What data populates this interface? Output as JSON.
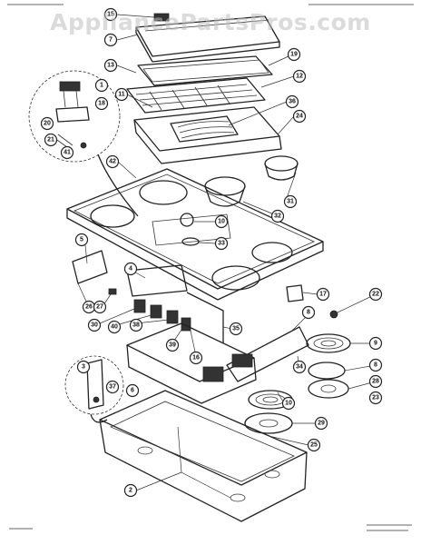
{
  "watermark": "AppliancePartsPros.com",
  "callouts": [
    {
      "id": "c15",
      "label": "15"
    },
    {
      "id": "c7",
      "label": "7"
    },
    {
      "id": "c19",
      "label": "19"
    },
    {
      "id": "c13",
      "label": "13"
    },
    {
      "id": "c12",
      "label": "12"
    },
    {
      "id": "c1",
      "label": "1"
    },
    {
      "id": "c18",
      "label": "18"
    },
    {
      "id": "c11",
      "label": "11"
    },
    {
      "id": "c36",
      "label": "36"
    },
    {
      "id": "c24",
      "label": "24"
    },
    {
      "id": "c20",
      "label": "20"
    },
    {
      "id": "c21",
      "label": "21"
    },
    {
      "id": "c41",
      "label": "41"
    },
    {
      "id": "c42",
      "label": "42"
    },
    {
      "id": "c31",
      "label": "31"
    },
    {
      "id": "c32",
      "label": "32"
    },
    {
      "id": "c10a",
      "label": "10"
    },
    {
      "id": "c33",
      "label": "33"
    },
    {
      "id": "c5",
      "label": "5"
    },
    {
      "id": "c4",
      "label": "4"
    },
    {
      "id": "c26",
      "label": "26"
    },
    {
      "id": "c27",
      "label": "27"
    },
    {
      "id": "c17",
      "label": "17"
    },
    {
      "id": "c22",
      "label": "22"
    },
    {
      "id": "c30",
      "label": "30"
    },
    {
      "id": "c40",
      "label": "40"
    },
    {
      "id": "c38",
      "label": "38"
    },
    {
      "id": "c35",
      "label": "35"
    },
    {
      "id": "c8a",
      "label": "8"
    },
    {
      "id": "c39",
      "label": "39"
    },
    {
      "id": "c16",
      "label": "16"
    },
    {
      "id": "c9",
      "label": "9"
    },
    {
      "id": "c3",
      "label": "3"
    },
    {
      "id": "c37",
      "label": "37"
    },
    {
      "id": "c6",
      "label": "6"
    },
    {
      "id": "c34",
      "label": "34"
    },
    {
      "id": "c8b",
      "label": "8"
    },
    {
      "id": "c28",
      "label": "28"
    },
    {
      "id": "c23",
      "label": "23"
    },
    {
      "id": "c10b",
      "label": "10"
    },
    {
      "id": "c29",
      "label": "29"
    },
    {
      "id": "c25",
      "label": "25"
    },
    {
      "id": "c2",
      "label": "2"
    }
  ]
}
